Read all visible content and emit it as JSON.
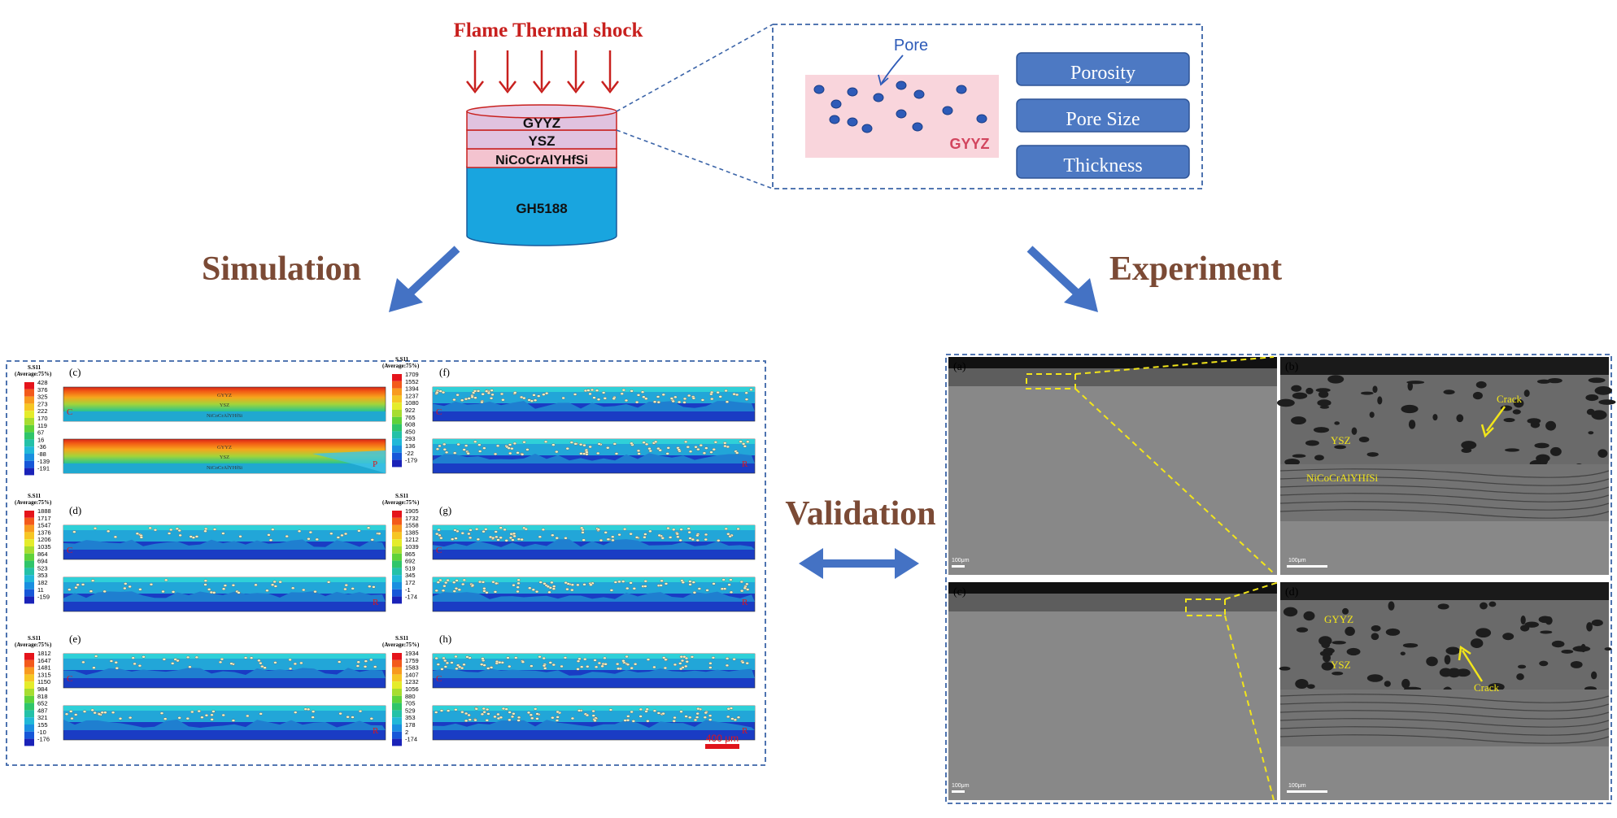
{
  "top": {
    "heading": "Flame Thermal shock",
    "layers": {
      "gyyz": "GYYZ",
      "ysz": "YSZ",
      "bond": "NiCoCrAlYHfSi",
      "substrate": "GH5188"
    },
    "pore_label": "Pore",
    "gyyz_label": "GYYZ",
    "parameters": [
      "Porosity",
      "Pore Size",
      "Thickness"
    ]
  },
  "flow": {
    "simulation": "Simulation",
    "experiment": "Experiment",
    "validation": "Validation"
  },
  "simulation": {
    "legend_title_1": "S.S11",
    "legend_title_2": "(Average:75%)",
    "scale_bar": "400 μm",
    "legends": [
      {
        "id": "c",
        "label": "(c)",
        "values": [
          "428",
          "376",
          "325",
          "273",
          "222",
          "170",
          "119",
          "67",
          "16",
          "-36",
          "-88",
          "-139",
          "-191"
        ]
      },
      {
        "id": "d",
        "label": "(d)",
        "values": [
          "1888",
          "1717",
          "1547",
          "1376",
          "1206",
          "1035",
          "864",
          "694",
          "523",
          "353",
          "182",
          "11",
          "-159"
        ]
      },
      {
        "id": "e",
        "label": "(e)",
        "values": [
          "1812",
          "1647",
          "1481",
          "1315",
          "1150",
          "984",
          "818",
          "652",
          "487",
          "321",
          "155",
          "-10",
          "-176"
        ]
      },
      {
        "id": "f",
        "label": "(f)",
        "values": [
          "1709",
          "1552",
          "1394",
          "1237",
          "1080",
          "922",
          "765",
          "608",
          "450",
          "293",
          "136",
          "-22",
          "-179"
        ]
      },
      {
        "id": "g",
        "label": "(g)",
        "values": [
          "1905",
          "1732",
          "1558",
          "1385",
          "1212",
          "1039",
          "865",
          "692",
          "519",
          "345",
          "172",
          "-1",
          "-174"
        ]
      },
      {
        "id": "h",
        "label": "(h)",
        "values": [
          "1934",
          "1759",
          "1583",
          "1407",
          "1232",
          "1056",
          "880",
          "705",
          "529",
          "353",
          "178",
          "2",
          "-174"
        ]
      }
    ],
    "layer_text": {
      "top": "GYYZ",
      "mid": "YSZ",
      "bottom": "NiCoCrAlYHfSi"
    },
    "panel_marks": {
      "c": [
        "C",
        "P"
      ],
      "other": [
        "C",
        "R"
      ]
    }
  },
  "experiment": {
    "panels": [
      {
        "id": "a",
        "label": "(a)",
        "scale": "100μm"
      },
      {
        "id": "b",
        "label": "(b)",
        "scale": "100μm",
        "notes": [
          "Crack",
          "YSZ",
          "NiCoCrAlYHfSi"
        ]
      },
      {
        "id": "c",
        "label": "(c)",
        "scale": "100μm"
      },
      {
        "id": "d",
        "label": "(d)",
        "scale": "100μm",
        "notes": [
          "GYYZ",
          "YSZ",
          "Crack"
        ]
      }
    ]
  },
  "colors": {
    "brown": "#7b4a35",
    "red": "#c8201e",
    "arrow_blue": "#4472c4",
    "box_blue": "#4d79c3",
    "dash": "#3b64a8"
  }
}
